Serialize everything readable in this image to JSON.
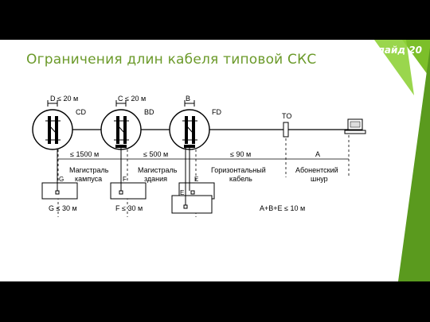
{
  "slide": {
    "title": "Ограничения длин кабеля типовой СКС",
    "number": "Слайд 20",
    "accent_color": "#7cbf2a",
    "title_color": "#6b9a2a"
  },
  "diagram": {
    "top_limits": {
      "d": "D ≤ 20 м",
      "c": "C ≤ 20 м",
      "b": "B"
    },
    "nodes": {
      "cd": "CD",
      "bd": "BD",
      "fd": "FD",
      "to": "TO"
    },
    "segment_lengths": {
      "campus": "≤ 1500 м",
      "building": "≤ 500 м",
      "horizontal": "≤ 90 м",
      "a": "A"
    },
    "segments": {
      "campus": [
        "Магистраль",
        "кампуса"
      ],
      "building": [
        "Магистраль",
        "здания"
      ],
      "horizontal": [
        "Горизонтальный",
        "кабель"
      ],
      "subscriber": [
        "Абонентский",
        "шнур"
      ]
    },
    "equipment": {
      "g": "G",
      "f": "F",
      "e": "E",
      "e2": "E"
    },
    "bottom_limits": {
      "g": "G ≤ 30 м",
      "f": "F ≤ 30 м",
      "total": "A+B+E ≤ 10 м"
    }
  }
}
